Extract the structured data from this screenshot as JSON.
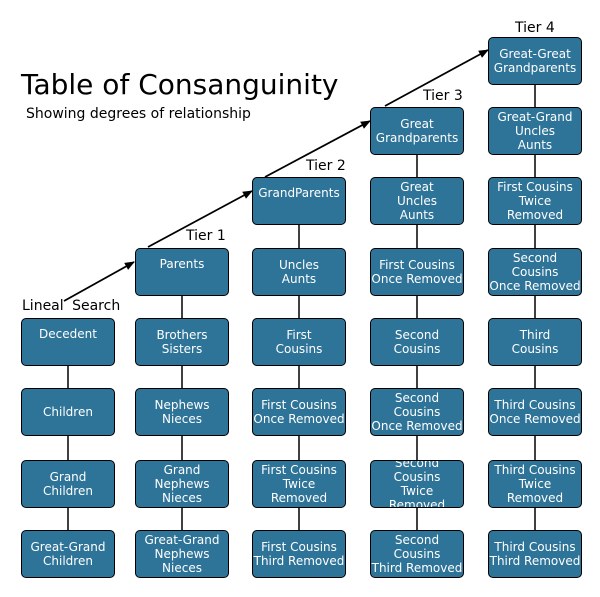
{
  "title": "Table of Consanguinity",
  "subtitle": "Showing degrees of relationship",
  "lineal_search_label": "Lineal Search",
  "tiers": [
    "Tier 1",
    "Tier 2",
    "Tier 3",
    "Tier 4"
  ],
  "columns": [
    [
      "Decedent",
      "Children",
      "Grand\nChildren",
      "Great-Grand\nChildren"
    ],
    [
      "Parents",
      "Brothers\nSisters",
      "Nephews\nNieces",
      "Grand\nNephews\nNieces",
      "Great-Grand\nNephews\nNieces"
    ],
    [
      "GrandParents",
      "Uncles\nAunts",
      "First\nCousins",
      "First Cousins\nOnce Removed",
      "First Cousins\nTwice Removed",
      "First Cousins\nThird Removed"
    ],
    [
      "Great\nGrandparents",
      "Great\nUncles\nAunts",
      "First Cousins\nOnce Removed",
      "Second\nCousins",
      "Second Cousins\nOnce Removed",
      "Second Cousins\nTwice Removed",
      "Second Cousins\nThird Removed"
    ],
    [
      "Great-Great\nGrandparents",
      "Great-Grand\nUncles\nAunts",
      "First Cousins\nTwice Removed",
      "Second Cousins\nOnce Removed",
      "Third\nCousins",
      "Third Cousins\nOnce Removed",
      "Third Cousins\nTwice Removed",
      "Third Cousins\nThird Removed"
    ]
  ],
  "colors": {
    "node_fill": "#2e7398",
    "node_border": "#000000",
    "node_text": "#ffffff",
    "line": "#000000"
  }
}
